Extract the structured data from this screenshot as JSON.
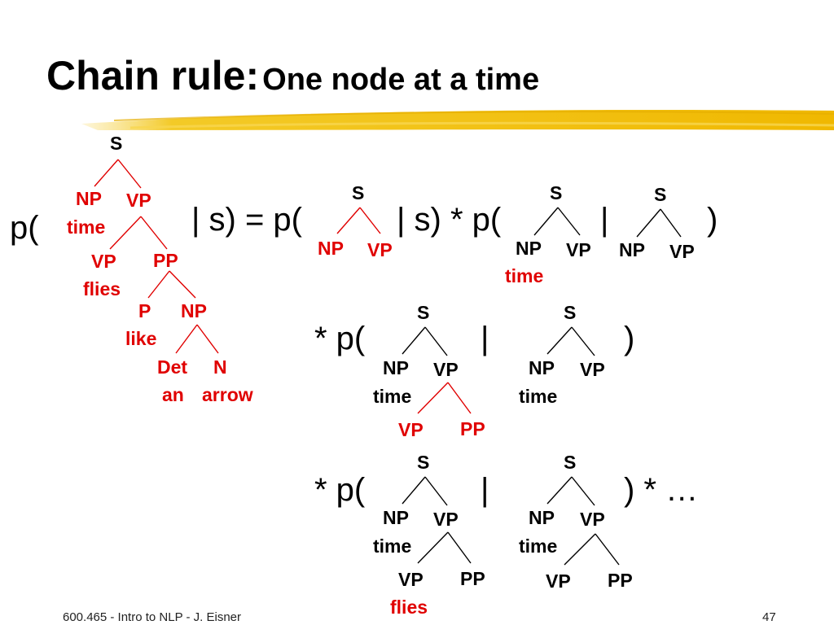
{
  "slide": {
    "title_main": "Chain rule:",
    "title_sub": "One node at a time",
    "footer_left": "600.465 - Intro to NLP - J. Eisner",
    "footer_right": "47",
    "highlight_color": "#f2c40f",
    "accent_color": "#e00000"
  },
  "eq": {
    "p_open": "p(",
    "given_s_eq_p": "| s) = p(",
    "given_s_times_p": "| s) * p(",
    "bar": "|",
    "close": ")",
    "times_p": "* p(",
    "close_times_ellipsis": ") * …"
  },
  "tree_full": {
    "s": "S",
    "np": "NP",
    "vp": "VP",
    "time": "time",
    "vp2": "VP",
    "pp": "PP",
    "flies": "flies",
    "p": "P",
    "np2": "NP",
    "like": "like",
    "det": "Det",
    "n": "N",
    "an": "an",
    "arrow": "arrow"
  },
  "row1": {
    "a": {
      "s": "S",
      "np": "NP",
      "vp": "VP"
    },
    "b": {
      "s": "S",
      "np": "NP",
      "vp": "VP",
      "time": "time"
    },
    "c": {
      "s": "S",
      "np": "NP",
      "vp": "VP"
    }
  },
  "row2": {
    "a": {
      "s": "S",
      "np": "NP",
      "vp": "VP",
      "time": "time",
      "vp2": "VP",
      "pp": "PP"
    },
    "b": {
      "s": "S",
      "np": "NP",
      "vp": "VP",
      "time": "time"
    }
  },
  "row3": {
    "a": {
      "s": "S",
      "np": "NP",
      "vp": "VP",
      "time": "time",
      "vp2": "VP",
      "pp": "PP",
      "flies": "flies"
    },
    "b": {
      "s": "S",
      "np": "NP",
      "vp": "VP",
      "time": "time",
      "vp2": "VP",
      "pp": "PP"
    }
  }
}
